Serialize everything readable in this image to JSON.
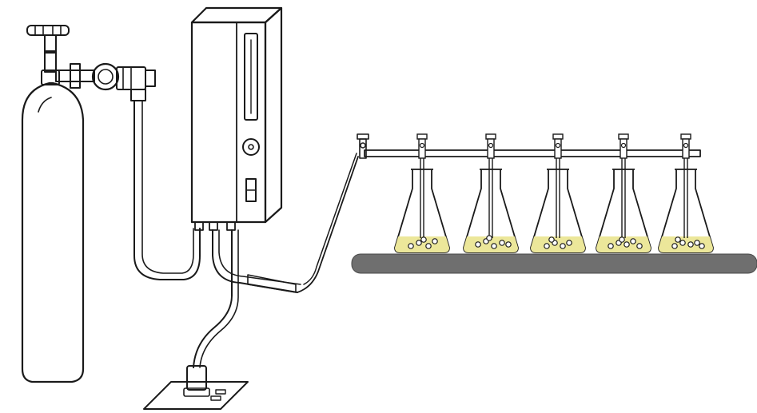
{
  "colors": {
    "background": "#ffffff",
    "ink": "#1a1a1a",
    "bench": "#6f6f6f",
    "liquid": "#ece79a",
    "tube_gray": "#7a7a7a"
  },
  "flasks": [
    {
      "id": 1,
      "bubbles": 5
    },
    {
      "id": 2,
      "bubbles": 6
    },
    {
      "id": 3,
      "bubbles": 5
    },
    {
      "id": 4,
      "bubbles": 6
    },
    {
      "id": 5,
      "bubbles": 6
    }
  ]
}
